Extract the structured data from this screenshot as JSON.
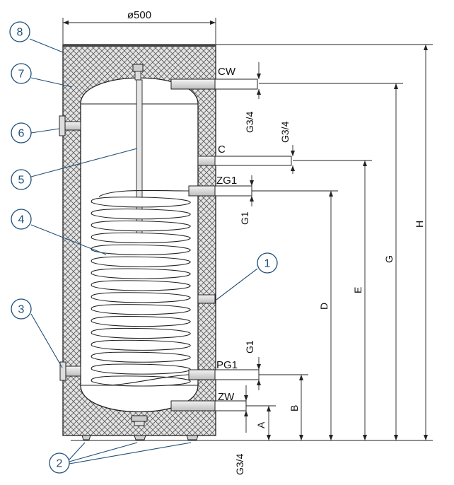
{
  "diagram": {
    "diameter_label": "ø500",
    "connections": {
      "cw": "CW",
      "c": "C",
      "zg1": "ZG1",
      "pg1": "PG1",
      "zw": "ZW"
    },
    "thread_labels": {
      "cw": "G3/4",
      "c": "G3/4",
      "zg1": "G1",
      "pg1": "G1",
      "foot": "G3/4"
    },
    "height_labels": {
      "a": "A",
      "b": "B",
      "d": "D",
      "e": "E",
      "g": "G",
      "h": "H"
    },
    "callouts": [
      "1",
      "2",
      "3",
      "4",
      "5",
      "6",
      "7",
      "8"
    ]
  }
}
